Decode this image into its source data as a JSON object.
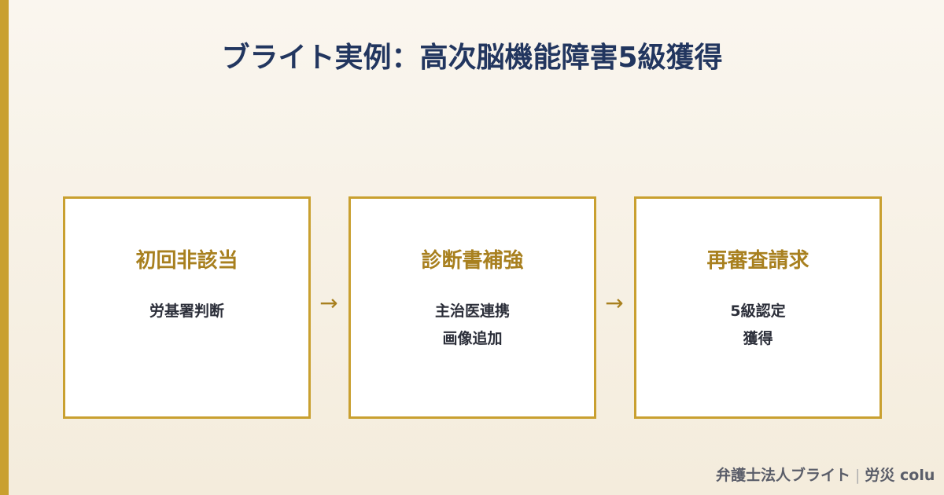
{
  "title": "ブライト実例：高次脳機能障害5級獲得",
  "colors": {
    "accent": "#c9a030",
    "heading_gold": "#a8801f",
    "title_navy": "#22365f",
    "text_dark": "#2c2f3a"
  },
  "steps": [
    {
      "heading": "初回非該当",
      "lines": [
        "労基署判断"
      ]
    },
    {
      "heading": "診断書補強",
      "lines": [
        "主治医連携",
        "画像追加"
      ]
    },
    {
      "heading": "再審査請求",
      "lines": [
        "5級認定",
        "獲得"
      ]
    }
  ],
  "arrows": [
    "→",
    "→"
  ],
  "footer": {
    "firm": "弁護士法人ブライト",
    "separator": "|",
    "section": "労災 colu"
  }
}
